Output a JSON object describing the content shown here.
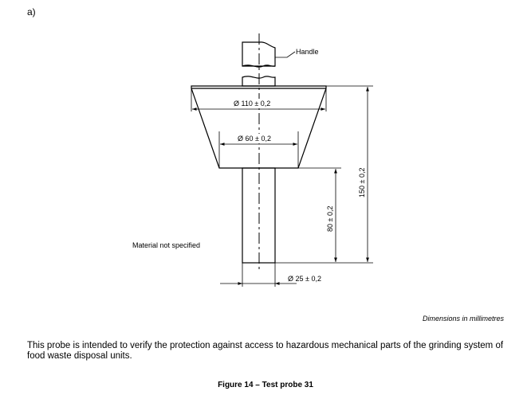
{
  "panel_label": "a)",
  "labels": {
    "handle": "Handle",
    "dia_top": "Ø 110 ± 0,2",
    "dia_mid": "Ø 60 ± 0,2",
    "height_total": "150 ± 0,2",
    "height_shaft": "80 ± 0,2",
    "material": "Material not specified",
    "dia_shaft": "Ø 25 ± 0,2"
  },
  "units_note": "Dimensions in millimetres",
  "caption": "This probe is intended to verify the protection against access to hazardous mechanical parts of the grinding system of food waste disposal units.",
  "figure_title": "Figure 14 – Test probe 31"
}
